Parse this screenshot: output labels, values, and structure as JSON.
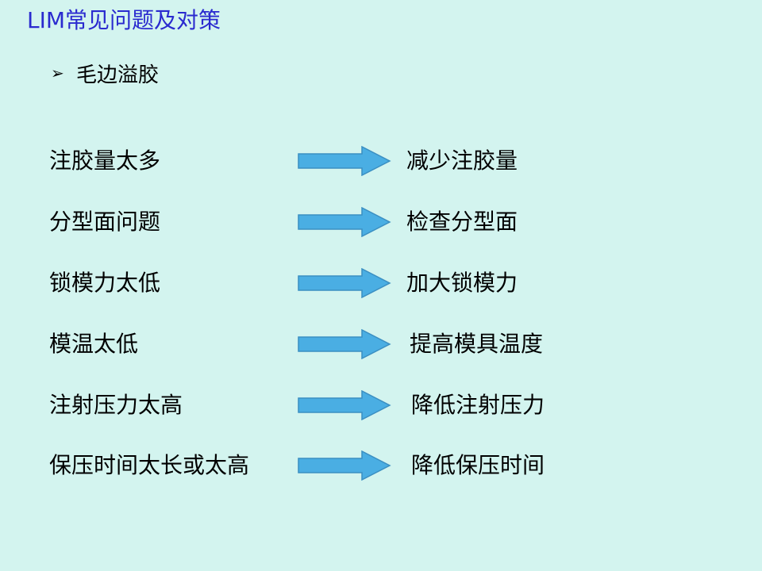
{
  "slide": {
    "title": "LIM常见问题及对策",
    "subheading": {
      "bullet": "➢",
      "text": "毛边溢胶"
    },
    "colors": {
      "background": "#d3f4ef",
      "title": "#2a2acf",
      "arrow_fill": "#4aaee3",
      "arrow_stroke": "#3b8fc2"
    },
    "arrow_icon": "right-arrow-icon",
    "rows": [
      {
        "cause": "注胶量太多",
        "solution": "减少注胶量"
      },
      {
        "cause": "分型面问题",
        "solution": "检查分型面"
      },
      {
        "cause": "锁模力太低",
        "solution": "加大锁模力"
      },
      {
        "cause": "模温太低",
        "solution": "提高模具温度"
      },
      {
        "cause": "注射压力太高",
        "solution": "降低注射压力"
      },
      {
        "cause": "保压时间太长或太高",
        "solution": "降低保压时间"
      }
    ]
  }
}
